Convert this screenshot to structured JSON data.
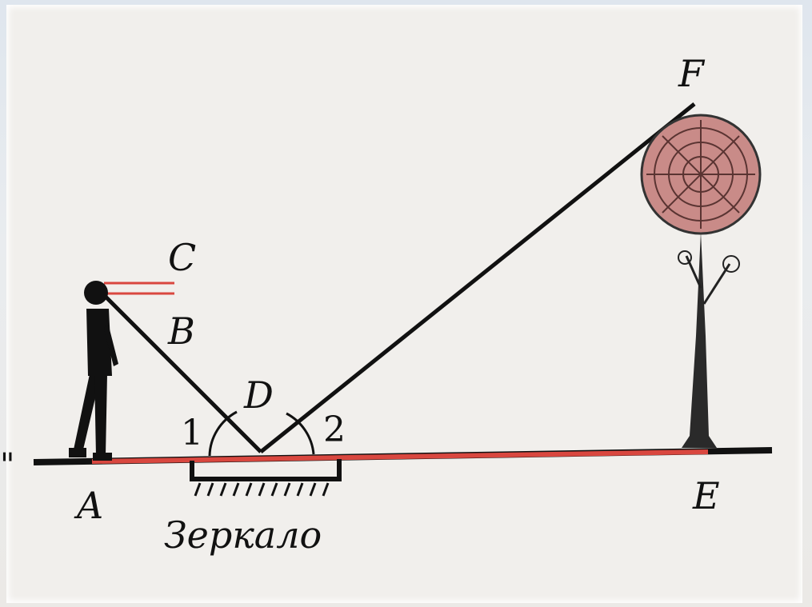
{
  "labels": {
    "A": "A",
    "B": "B",
    "C": "C",
    "D": "D",
    "E": "E",
    "F": "F",
    "angle1": "1",
    "angle2": "2",
    "mirror": "Зеркало",
    "edge_mark": "\""
  },
  "colors": {
    "ink": "#111111",
    "ground_highlight": "#d9473f",
    "tree_crown": "#c98b88",
    "paper": "#f1efec"
  },
  "icons": {
    "person": "person-silhouette-icon",
    "tree": "tree-icon",
    "mirror": "mirror-hatching-icon"
  }
}
